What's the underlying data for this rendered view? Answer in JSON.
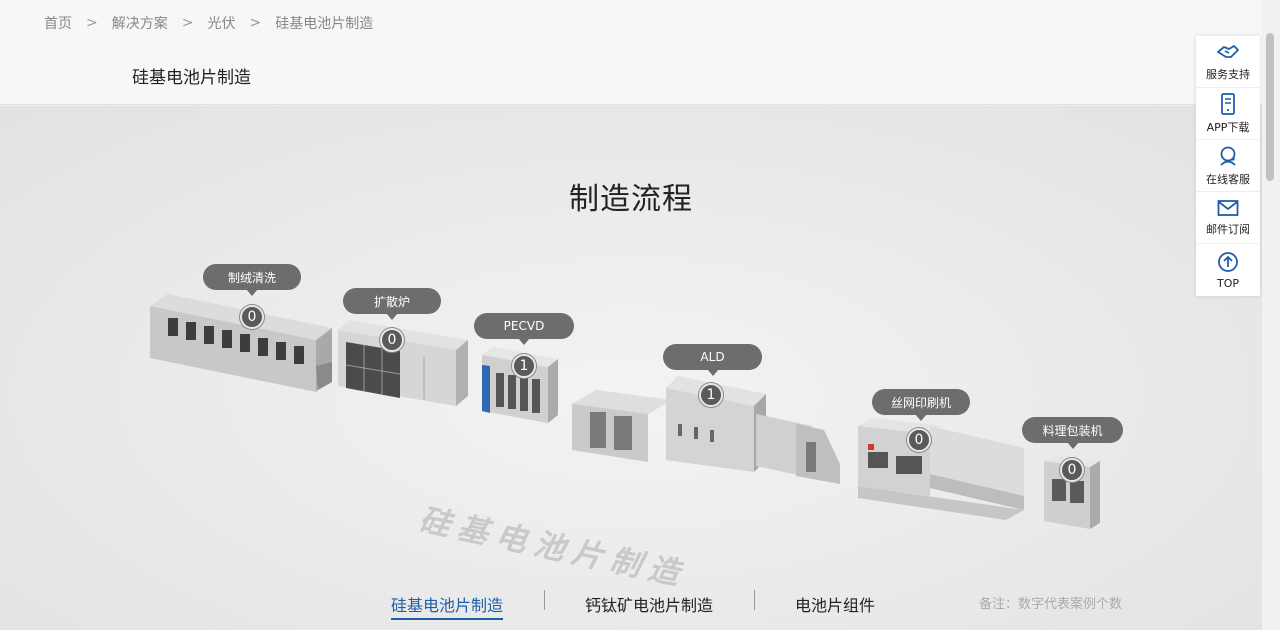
{
  "breadcrumb": {
    "items": [
      "首页",
      "解决方案",
      "光伏",
      "硅基电池片制造"
    ],
    "separator": ">"
  },
  "sub_title": "硅基电池片制造",
  "main_title": "制造流程",
  "watermark": "硅基电池片制造",
  "machines": [
    {
      "label": "制绒清洗",
      "count": "0"
    },
    {
      "label": "扩散炉",
      "count": "0"
    },
    {
      "label": "PECVD",
      "count": "1"
    },
    {
      "label": "ALD",
      "count": "1"
    },
    {
      "label": "丝网印刷机",
      "count": "0"
    },
    {
      "label": "料理包装机",
      "count": "0"
    }
  ],
  "tabs": [
    {
      "label": "硅基电池片制造",
      "active": true
    },
    {
      "label": "钙钛矿电池片制造",
      "active": false
    },
    {
      "label": "电池片组件",
      "active": false
    }
  ],
  "note": "备注：数字代表案例个数",
  "sidebar": [
    {
      "label": "服务支持",
      "icon": "handshake-icon"
    },
    {
      "label": "APP下载",
      "icon": "phone-icon"
    },
    {
      "label": "在线客服",
      "icon": "headset-icon"
    },
    {
      "label": "邮件订阅",
      "icon": "mail-icon"
    },
    {
      "label": "TOP",
      "icon": "arrow-up-icon"
    }
  ],
  "colors": {
    "accent": "#1e5fa8",
    "bubble": "#6d6d6d",
    "icon": "#1e5fa8"
  }
}
